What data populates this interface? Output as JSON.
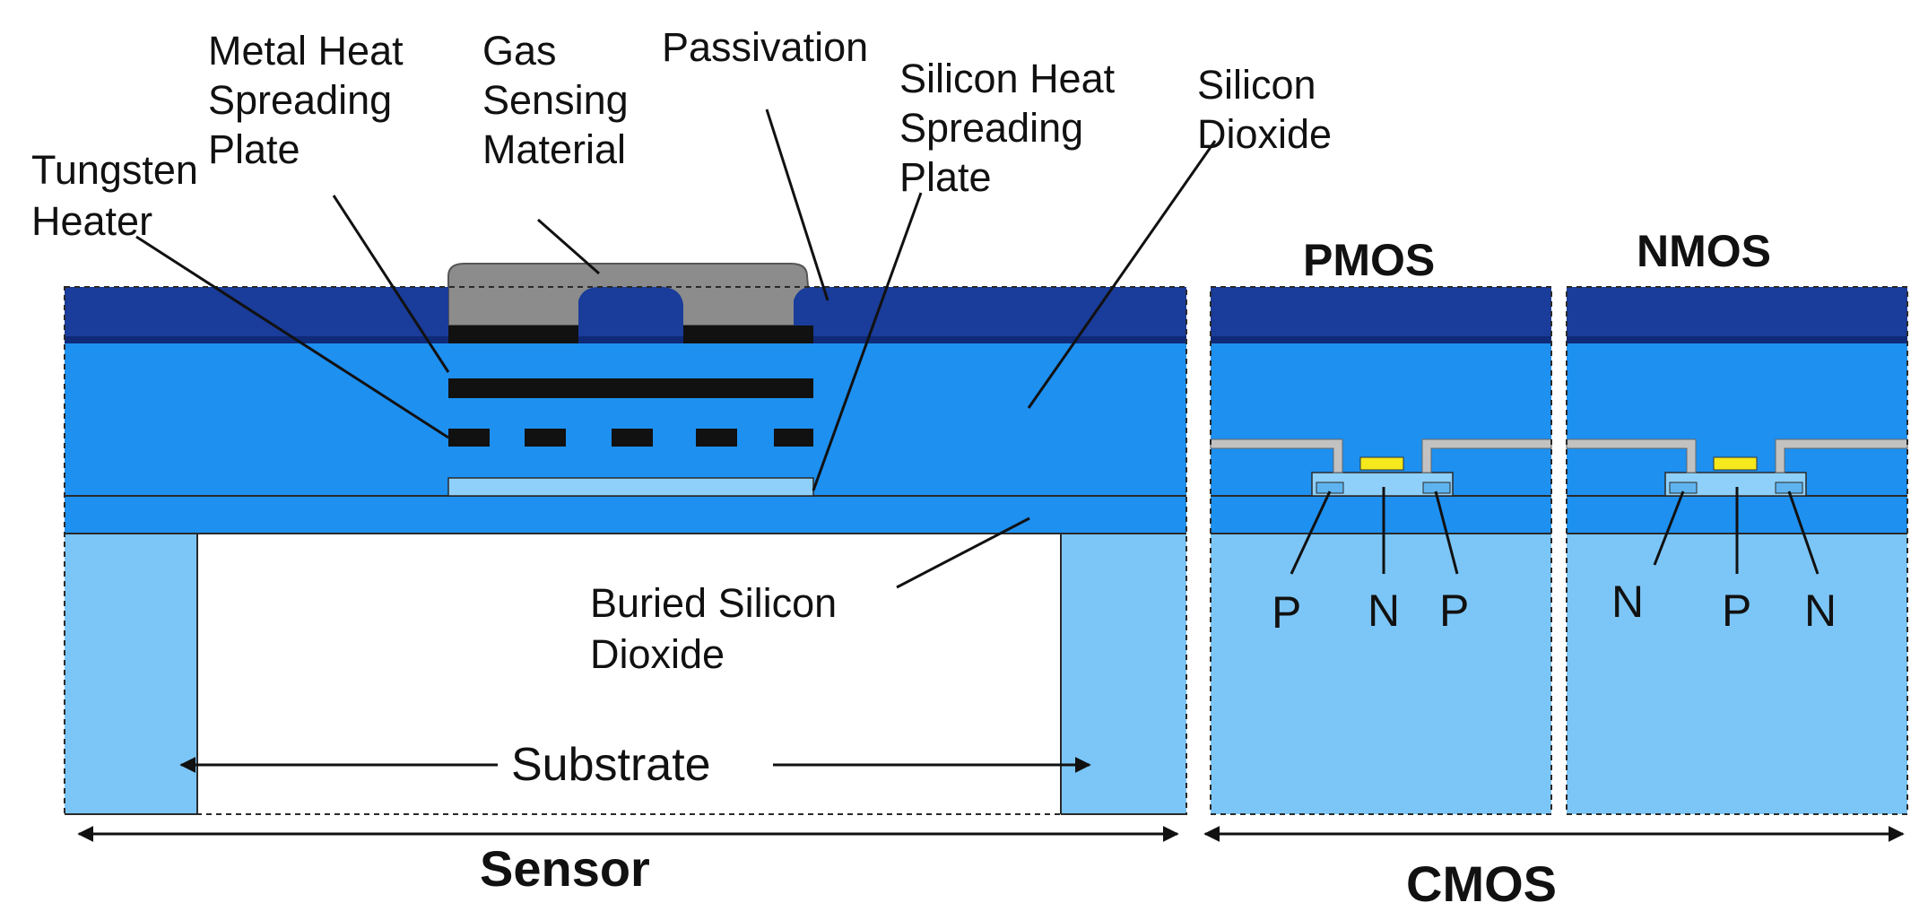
{
  "colors": {
    "passivation": "#1a3c9a",
    "silicon_dioxide": "#1e90f0",
    "substrate": "#7cc6f7",
    "gas_sensing_material": "#8c8c8c",
    "metal_plate": "#111111",
    "silicon_plate": "#8fd0fa",
    "gate": "#f5e81c",
    "arrow": "#111111"
  },
  "labels": {
    "metal_heat": [
      "Metal Heat",
      "Spreading",
      "Plate"
    ],
    "gas": [
      "Gas",
      "Sensing",
      "Material"
    ],
    "passivation": "Passivation",
    "silicon_heat": [
      "Silicon Heat",
      "Spreading",
      "Plate"
    ],
    "silicon_dioxide": [
      "Silicon",
      "Dioxide"
    ],
    "tungsten": [
      "Tungsten",
      "Heater"
    ],
    "pmos": "PMOS",
    "nmos": "NMOS",
    "buried": [
      "Buried Silicon",
      "Dioxide"
    ],
    "substrate": "Substrate",
    "sensor": "Sensor",
    "cmos": "CMOS"
  },
  "pmos_junctions": [
    "P",
    "N",
    "P"
  ],
  "nmos_junctions": [
    "N",
    "P",
    "N"
  ]
}
